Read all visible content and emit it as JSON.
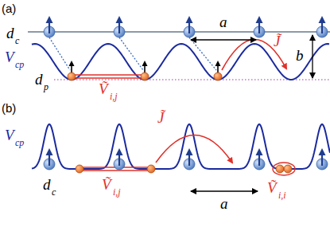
{
  "diagram": {
    "labels": [
      "(a)",
      "d",
      "c",
      "a",
      "V",
      "cp",
      "b",
      "d",
      "p",
      "Ṽ",
      "i,j",
      "J̃",
      "(b)",
      "V",
      "cp",
      "J̃",
      "Ṽ",
      "i,j",
      "d",
      "c",
      "a",
      "Ṽ",
      "i,i"
    ]
  }
}
